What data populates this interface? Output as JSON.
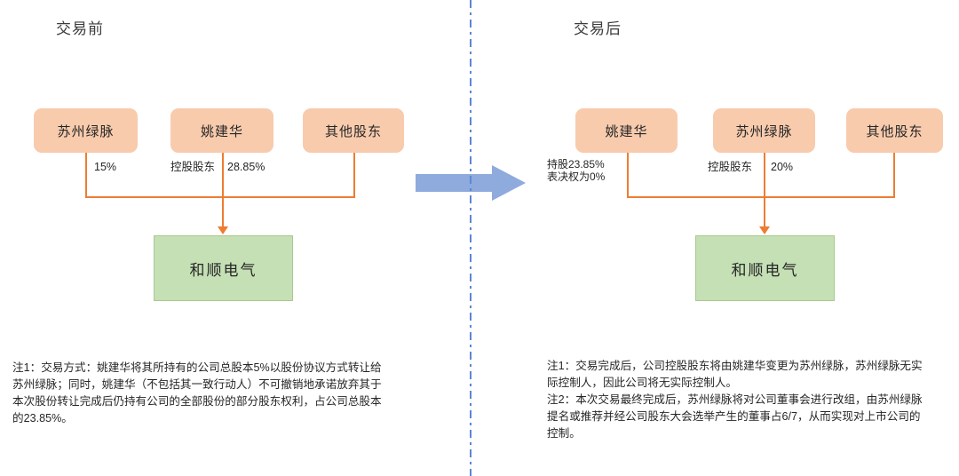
{
  "colors": {
    "shareholder_box_fill": "#f8cbad",
    "target_box_fill": "#c5e0b4",
    "target_box_border": "#a9c98f",
    "connector_orange": "#ed7d31",
    "transition_arrow_blue": "#8faadc",
    "divider_blue": "#5b87d6",
    "text": "#262626"
  },
  "left_panel": {
    "title": "交易前",
    "shareholders": [
      {
        "name": "苏州绿脉"
      },
      {
        "name": "姚建华"
      },
      {
        "name": "其他股东"
      }
    ],
    "edge_labels": {
      "suzhou_lvmai_pct": "15%",
      "yao_jianhua_role": "控股股东",
      "yao_jianhua_pct": "28.85%"
    },
    "target": {
      "name": "和顺电气"
    },
    "notes": [
      "注1：交易方式：姚建华将其所持有的公司总股本5%以股份协议方式转让给苏州绿脉；同时，姚建华（不包括其一致行动人）不可撤销地承诺放弃其于本次股份转让完成后仍持有公司的全部股份的部分股东权利，占公司总股本的23.85%。"
    ]
  },
  "transition": {
    "icon": "right-arrow-icon"
  },
  "right_panel": {
    "title": "交易后",
    "shareholders": [
      {
        "name": "姚建华"
      },
      {
        "name": "苏州绿脉"
      },
      {
        "name": "其他股东"
      }
    ],
    "edge_labels": {
      "yao_jianhua_line1": "持股23.85%",
      "yao_jianhua_line2": "表决权为0%",
      "suzhou_lvmai_role": "控股股东",
      "suzhou_lvmai_pct": "20%"
    },
    "target": {
      "name": "和顺电气"
    },
    "notes": [
      "注1：交易完成后，公司控股股东将由姚建华变更为苏州绿脉，苏州绿脉无实际控制人，因此公司将无实际控制人。",
      "注2：本次交易最终完成后，苏州绿脉将对公司董事会进行改组，由苏州绿脉提名或推荐并经公司股东大会选举产生的董事占6/7，从而实现对上市公司的控制。"
    ]
  }
}
